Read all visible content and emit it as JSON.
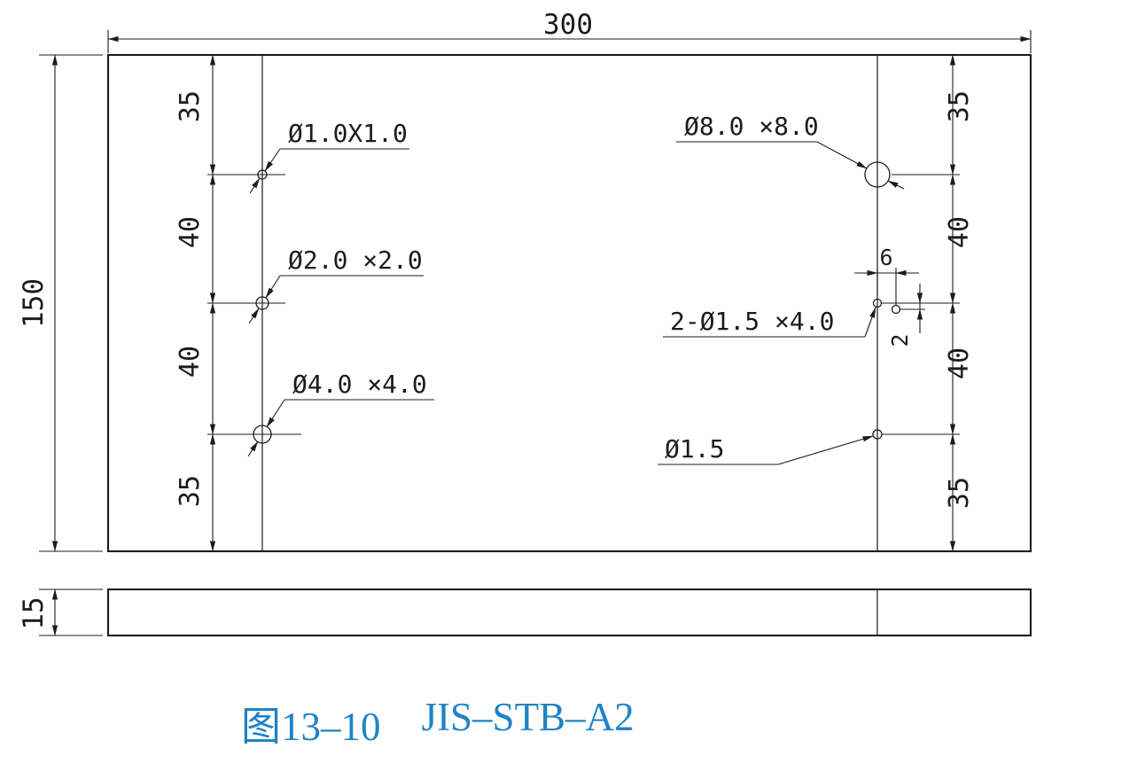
{
  "figure": {
    "caption_number": "图13–10",
    "caption_title": "JIS–STB–A2"
  },
  "dimensions": {
    "overall_width": "300",
    "overall_height": "150",
    "plate_thickness": "15",
    "left_chain": [
      "35",
      "40",
      "40",
      "35"
    ],
    "right_chain": [
      "35",
      "40",
      "40",
      "35"
    ],
    "small_hole_horizontal_offset": "6",
    "small_hole_vertical_offset": "2"
  },
  "hole_labels": {
    "left_top": "Ø1.0X1.0",
    "left_middle": "Ø2.0 ×2.0",
    "left_bottom": "Ø4.0 ×4.0",
    "right_top": "Ø8.0 ×8.0",
    "right_middle": "2-Ø1.5 ×4.0",
    "right_bottom": "Ø1.5"
  },
  "colors": {
    "line": "#1c1c1c",
    "caption": "#1f83c5",
    "background": "#ffffff"
  }
}
